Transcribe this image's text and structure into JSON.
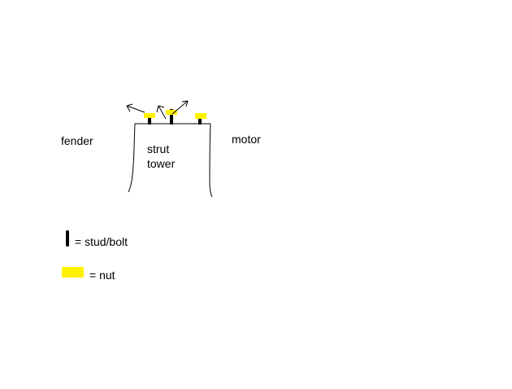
{
  "labels": {
    "fender": "fender",
    "motor": "motor",
    "strut_line1": "strut",
    "strut_line2": "tower"
  },
  "legend": {
    "stud": "= stud/bolt",
    "nut": "= nut"
  },
  "colors": {
    "nut": "#FFF200",
    "stroke": "#000000",
    "background": "#FFFFFF"
  }
}
